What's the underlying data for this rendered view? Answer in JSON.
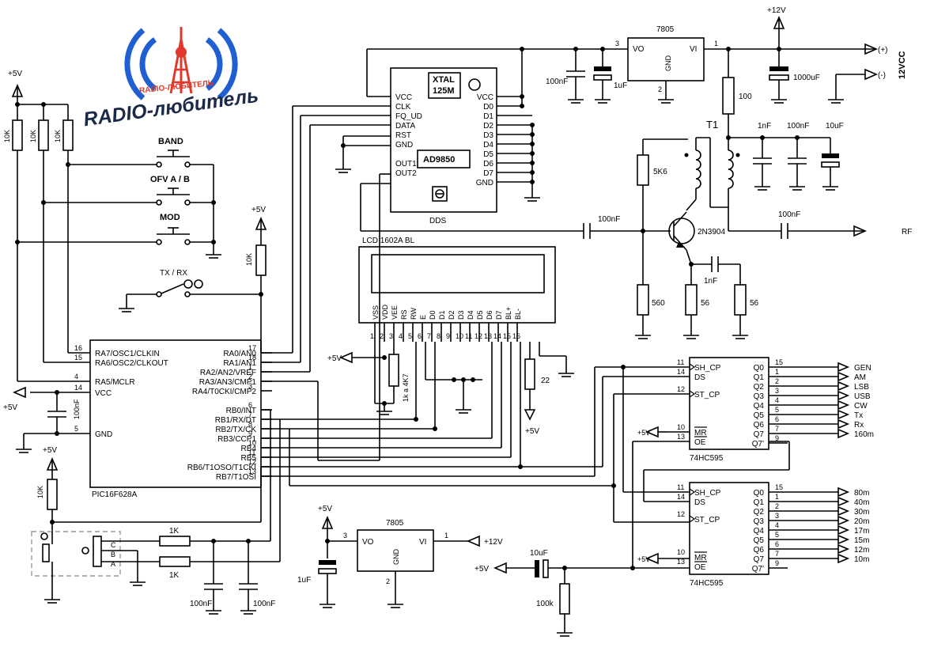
{
  "logo": {
    "text_main": "RADIO-любитель",
    "text_arc": "RADIO-ЛЮБИТЕЛЬ",
    "colors": {
      "blue": "#1f5fd1",
      "red": "#e0392b",
      "dark": "#1c2a4a"
    }
  },
  "power": {
    "plus5": "+5V",
    "plus12": "+12V",
    "vcc12": "12VCC",
    "plus_in": "(+)",
    "minus_in": "(-)"
  },
  "regulator_top": {
    "name": "7805",
    "vo": "VO",
    "vi": "VI",
    "gnd": "GND",
    "pin_vo": "3",
    "pin_vi": "1",
    "pin_gnd": "2"
  },
  "regulator_bottom": {
    "name": "7805",
    "vo": "VO",
    "vi": "VI",
    "gnd": "GND",
    "pin_vo": "3",
    "pin_vi": "1",
    "pin_gnd": "2"
  },
  "caps_top": {
    "c1": "100nF",
    "c2": "1uF",
    "c3": "1000uF"
  },
  "dds": {
    "name": "DDS",
    "chip": "AD9850",
    "xtal_line1": "XTAL",
    "xtal_line2": "125M",
    "left_pins": [
      "VCC",
      "CLK",
      "FQ_UD",
      "DATA",
      "RST",
      "GND",
      "OUT1",
      "OUT2"
    ],
    "right_pins": [
      "VCC",
      "D0",
      "D1",
      "D2",
      "D3",
      "D4",
      "D5",
      "D6",
      "D7",
      "GND"
    ]
  },
  "amp": {
    "r100": "100",
    "t1": "T1",
    "c1nf": "1nF",
    "c100nf": "100nF",
    "c10uf": "10uF",
    "r5k6": "5K6",
    "c_in": "100nF",
    "transistor": "2N3904",
    "c_out": "100nF",
    "rf": "RF",
    "r560": "560",
    "c_e": "1nF",
    "r56a": "56",
    "r56b": "56"
  },
  "lcd": {
    "name": "LCD 1602A BL",
    "pins": [
      "VSS",
      "VDD",
      "VEE",
      "RS",
      "RW",
      "E",
      "D0",
      "D1",
      "D2",
      "D3",
      "D4",
      "D5",
      "D6",
      "D7",
      "BL+",
      "BL-"
    ],
    "nums": [
      "1",
      "2",
      "3",
      "4",
      "5",
      "6",
      "7",
      "8",
      "9",
      "10",
      "11",
      "12",
      "13",
      "14",
      "15",
      "16"
    ],
    "pot": "1k a 4K7",
    "r22": "22",
    "plus5": "+5V",
    "plus5b": "+5V"
  },
  "mcu": {
    "name": "PIC16F628A",
    "left_pins": [
      {
        "num": "16",
        "name": "RA7/OSC1/CLKIN"
      },
      {
        "num": "15",
        "name": "RA6/OSC2/CLKOUT"
      },
      {
        "num": "4",
        "name": "RA5/MCLR"
      },
      {
        "num": "14",
        "name": "VCC"
      },
      {
        "num": "5",
        "name": "GND"
      }
    ],
    "right_pins": [
      {
        "num": "17",
        "name": "RA0/AN0"
      },
      {
        "num": "18",
        "name": "RA1/AN1"
      },
      {
        "num": "1",
        "name": "RA2/AN2/VREF"
      },
      {
        "num": "2",
        "name": "RA3/AN3/CMP1"
      },
      {
        "num": "3",
        "name": "RA4/T0CKI/CMP2"
      },
      {
        "num": "6",
        "name": "RB0/INT"
      },
      {
        "num": "7",
        "name": "RB1/RX/DT"
      },
      {
        "num": "8",
        "name": "RB2/TX/CK"
      },
      {
        "num": "9",
        "name": "RB3/CCP1"
      },
      {
        "num": "10",
        "name": "RB4"
      },
      {
        "num": "11",
        "name": "RB5"
      },
      {
        "num": "12",
        "name": "RB6/T1OSO/T1CKI"
      },
      {
        "num": "13",
        "name": "RB7/T1OSI"
      }
    ],
    "c_vcc": "100nF"
  },
  "buttons": {
    "band": "BAND",
    "ofv": "OFV A / B",
    "mod": "MOD",
    "txrx": "TX / RX"
  },
  "resistors": {
    "r10k_a": "10K",
    "r10k_b": "10K",
    "r10k_c": "10K",
    "r10k_d": "10K",
    "r10k_e": "10K",
    "r1k_a": "1K",
    "r1k_b": "1K",
    "r100k": "100k"
  },
  "encoder": {
    "c": "C",
    "b": "B",
    "a": "A",
    "c1": "100nF",
    "c2": "100nF"
  },
  "bottom_caps": {
    "c1uf": "1uF",
    "c10uf": "10uF"
  },
  "sr1": {
    "name": "74HC595",
    "in": [
      {
        "num": "11",
        "name": "SH_CP"
      },
      {
        "num": "14",
        "name": "DS"
      },
      {
        "num": "12",
        "name": "ST_CP"
      },
      {
        "num": "10",
        "name": "MR"
      },
      {
        "num": "13",
        "name": "OE"
      }
    ],
    "out": [
      {
        "num": "15",
        "name": "Q0",
        "label": "GEN"
      },
      {
        "num": "1",
        "name": "Q1",
        "label": "AM"
      },
      {
        "num": "2",
        "name": "Q2",
        "label": "LSB"
      },
      {
        "num": "3",
        "name": "Q3",
        "label": "USB"
      },
      {
        "num": "4",
        "name": "Q4",
        "label": "CW"
      },
      {
        "num": "5",
        "name": "Q5",
        "label": "Tx"
      },
      {
        "num": "6",
        "name": "Q6",
        "label": "Rx"
      },
      {
        "num": "7",
        "name": "Q7",
        "label": "160m"
      },
      {
        "num": "9",
        "name": "Q7'",
        "label": ""
      }
    ]
  },
  "sr2": {
    "name": "74HC595",
    "in": [
      {
        "num": "11",
        "name": "SH_CP"
      },
      {
        "num": "14",
        "name": "DS"
      },
      {
        "num": "12",
        "name": "ST_CP"
      },
      {
        "num": "10",
        "name": "MR"
      },
      {
        "num": "13",
        "name": "OE"
      }
    ],
    "out": [
      {
        "num": "15",
        "name": "Q0",
        "label": "80m"
      },
      {
        "num": "1",
        "name": "Q1",
        "label": "40m"
      },
      {
        "num": "2",
        "name": "Q2",
        "label": "30m"
      },
      {
        "num": "3",
        "name": "Q3",
        "label": "20m"
      },
      {
        "num": "4",
        "name": "Q4",
        "label": "17m"
      },
      {
        "num": "5",
        "name": "Q5",
        "label": "15m"
      },
      {
        "num": "6",
        "name": "Q6",
        "label": "12m"
      },
      {
        "num": "7",
        "name": "Q7",
        "label": "10m"
      },
      {
        "num": "9",
        "name": "Q7'",
        "label": ""
      }
    ]
  }
}
